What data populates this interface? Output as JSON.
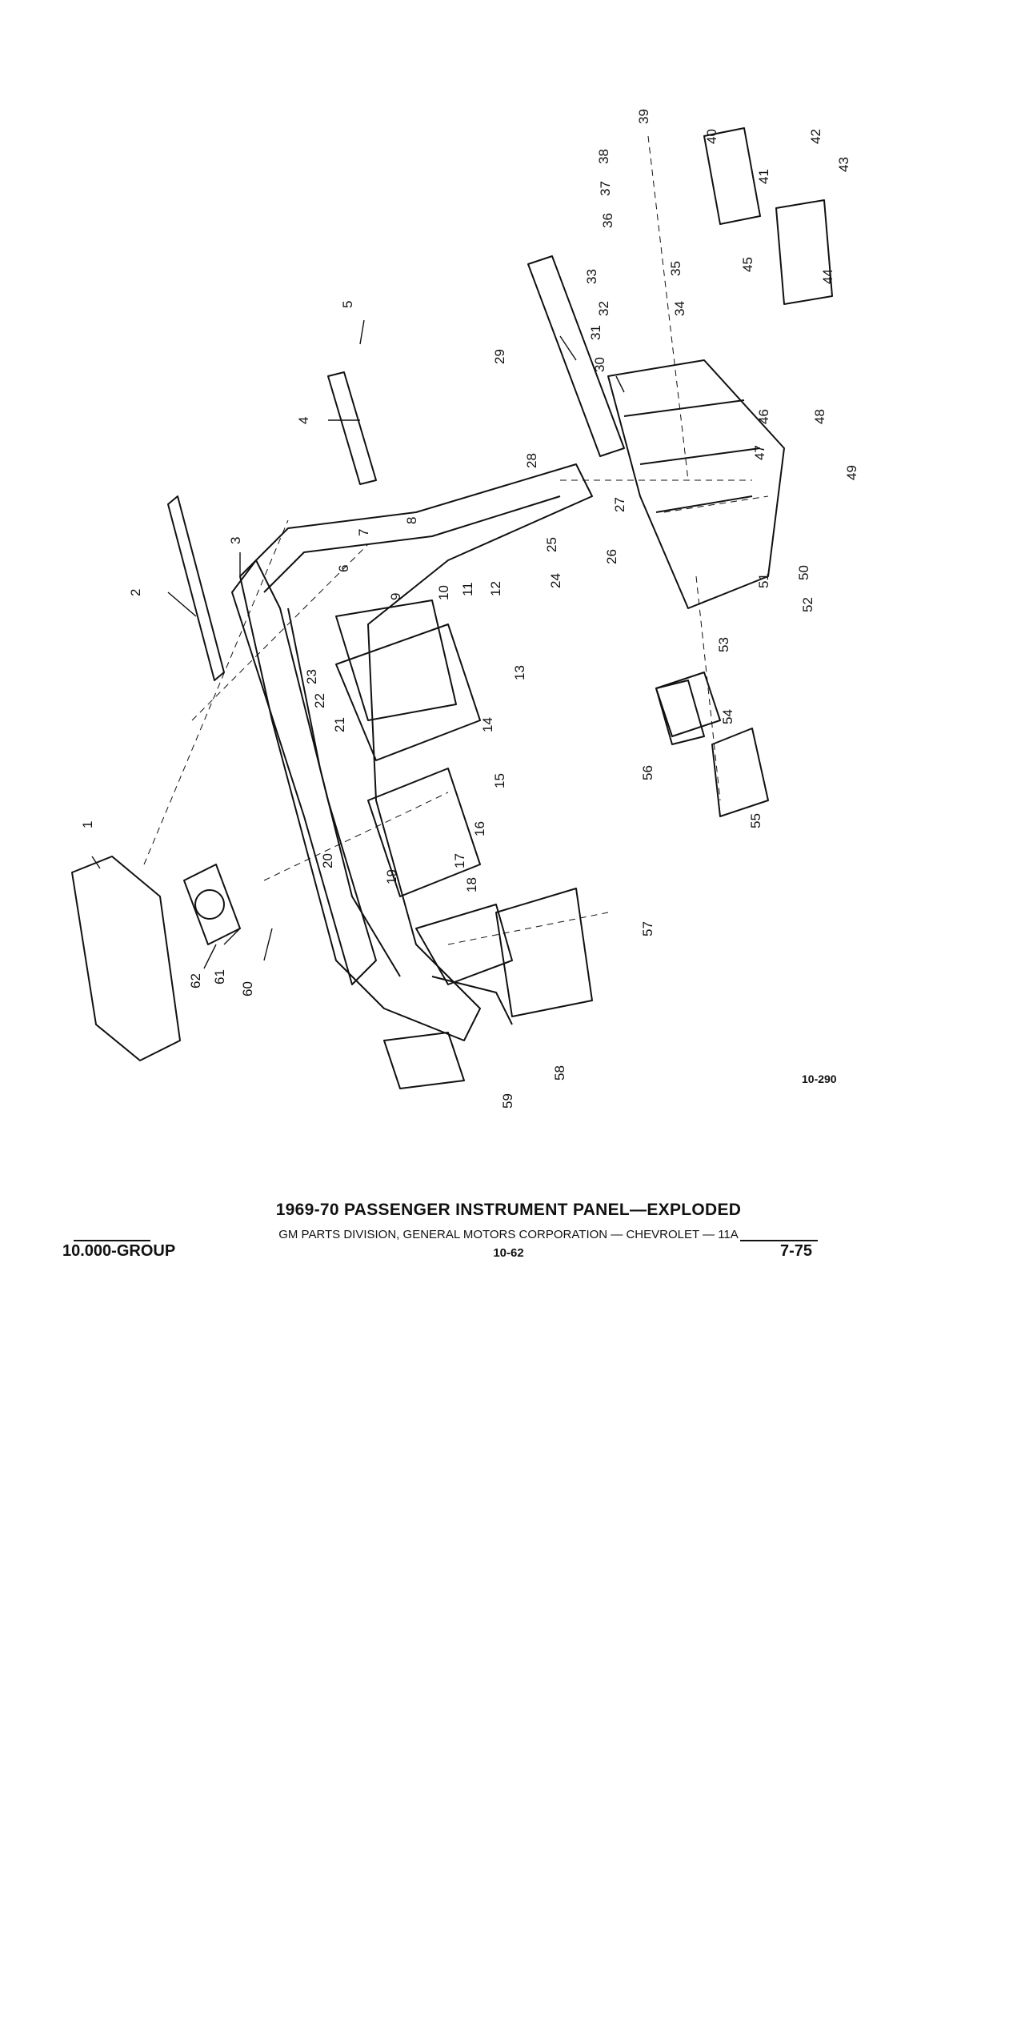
{
  "figure_id": "10-290",
  "title": "1969-70 PASSENGER INSTRUMENT PANEL—EXPLODED",
  "credit": "GM PARTS DIVISION, GENERAL MOTORS CORPORATION — CHEVROLET — 11A",
  "group": "10.000-GROUP",
  "page_number": "10-62",
  "date": "7-75",
  "callouts": [
    "1",
    "2",
    "3",
    "4",
    "5",
    "6",
    "7",
    "8",
    "9",
    "10",
    "11",
    "12",
    "13",
    "14",
    "15",
    "16",
    "17",
    "18",
    "19",
    "20",
    "21",
    "22",
    "23",
    "24",
    "25",
    "26",
    "27",
    "28",
    "29",
    "30",
    "31",
    "32",
    "33",
    "34",
    "35",
    "36",
    "37",
    "38",
    "39",
    "40",
    "41",
    "42",
    "43",
    "44",
    "45",
    "46",
    "47",
    "48",
    "49",
    "50",
    "51",
    "52",
    "53",
    "54",
    "55",
    "56",
    "57",
    "58",
    "59",
    "60",
    "61",
    "62"
  ]
}
